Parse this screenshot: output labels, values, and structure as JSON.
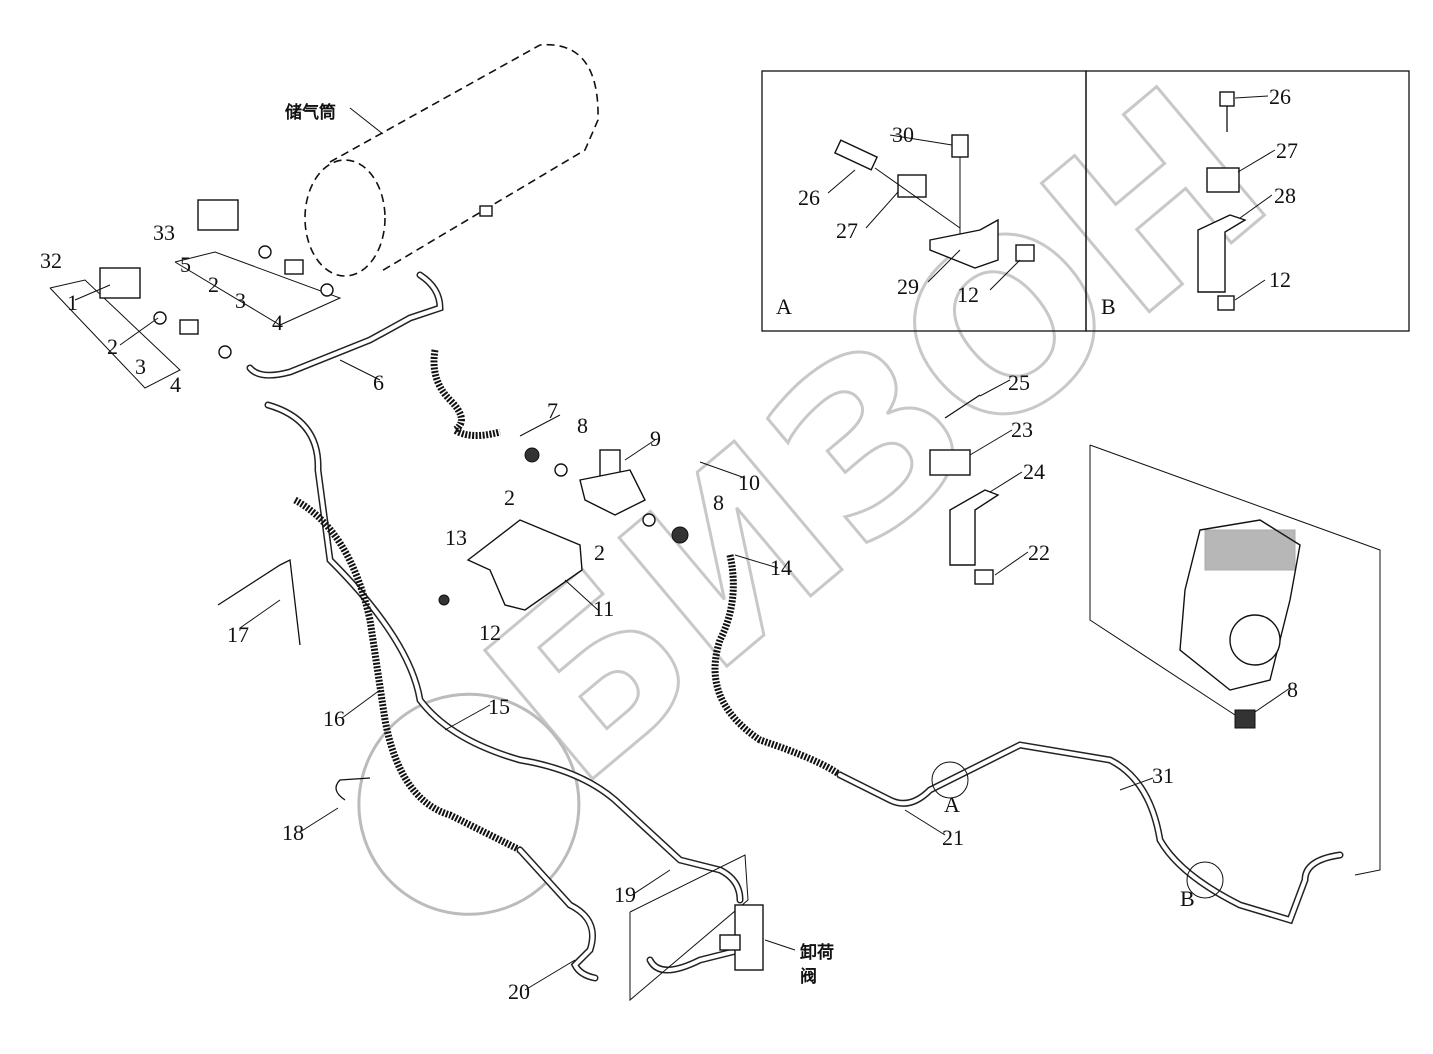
{
  "diagram": {
    "watermark_logo": "БИЗОН",
    "tank_label": "储气筒",
    "valve_label_line1": "卸荷",
    "valve_label_line2": "阀",
    "labels": [
      "32",
      "33",
      "1",
      "5",
      "2",
      "3",
      "2",
      "3",
      "4",
      "4",
      "6",
      "7",
      "8",
      "9",
      "10",
      "2",
      "13",
      "2",
      "8",
      "14",
      "11",
      "12",
      "17",
      "16",
      "15",
      "18",
      "19",
      "20",
      "21",
      "A",
      "31",
      "B",
      "8",
      "25",
      "23",
      "24",
      "22"
    ],
    "detail_a": {
      "title": "A",
      "labels": [
        "30",
        "26",
        "27",
        "29",
        "12"
      ]
    },
    "detail_b": {
      "title": "B",
      "labels": [
        "26",
        "27",
        "28",
        "12"
      ]
    }
  }
}
